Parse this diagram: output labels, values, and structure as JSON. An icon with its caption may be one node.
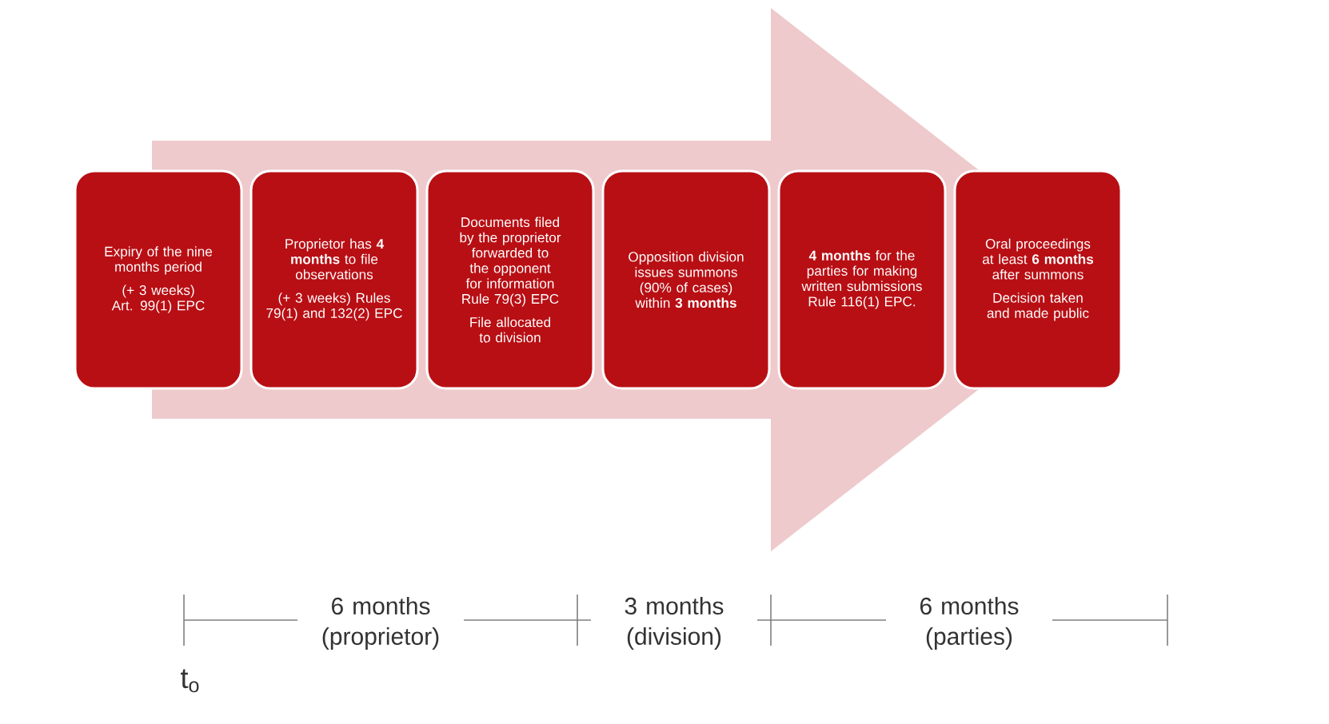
{
  "diagram": {
    "nodes": [
      {
        "text": [
          "Expiry of the nine months period",
          "(+ 3 weeks) Art. 99(1) EPC"
        ]
      },
      {
        "text": [
          "Proprietor has **4 months** to file observations",
          "(+ 3 weeks) Rules 79(1) and 132(2) EPC"
        ]
      },
      {
        "text": [
          "Documents filed by the proprietor forwarded to the opponent for information Rule 79(3) EPC",
          "File allocated to division"
        ]
      },
      {
        "text": [
          "Opposition division issues summons (90% of cases) within **3 months**"
        ]
      },
      {
        "text": [
          "**4 months** for the parties for making written submissions Rule 116(1) EPC."
        ]
      },
      {
        "text": [
          "Oral proceedings at least **6 months** after summons",
          "Decision taken and made public"
        ]
      }
    ],
    "edges": [
      {
        "from": 0,
        "to": 5,
        "arrow": "to"
      }
    ],
    "labels": [
      "6 months (proprietor)",
      "3 months (division)",
      "6 months (parties)",
      "t$_{o}$"
    ]
  }
}
